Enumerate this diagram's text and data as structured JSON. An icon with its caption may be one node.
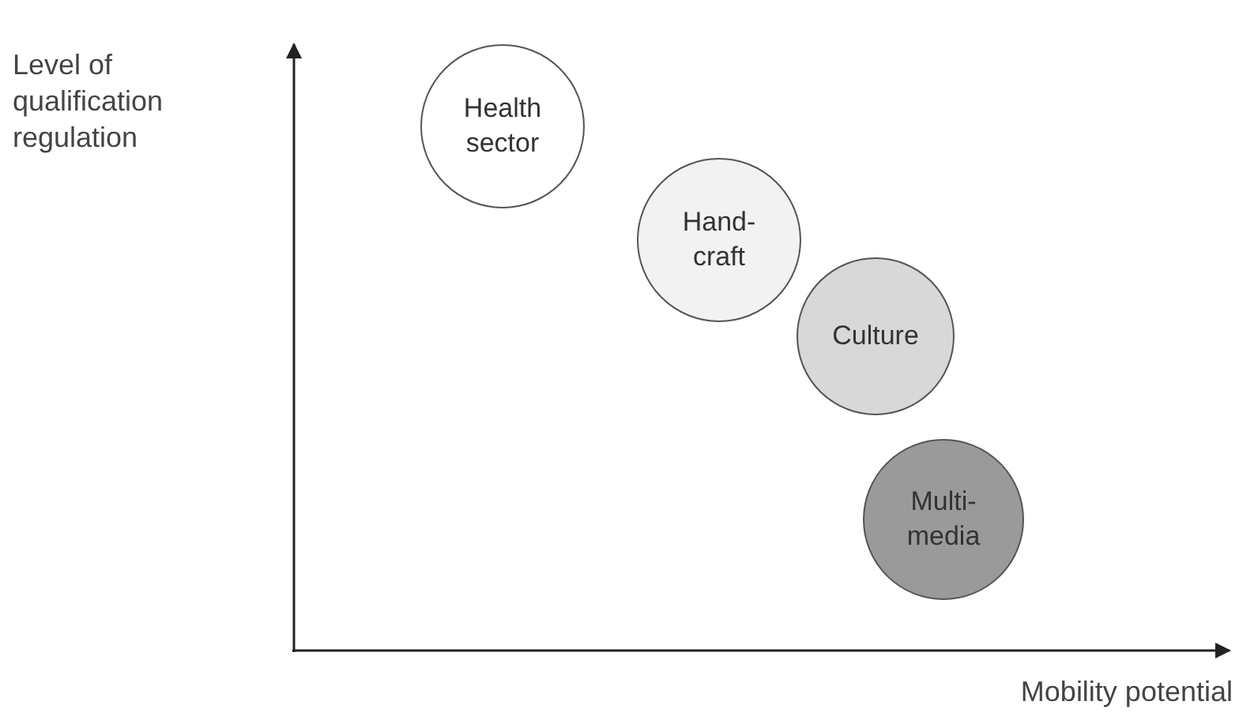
{
  "diagram": {
    "nodes": [
      {
        "text": [
          "Health sector"
        ]
      },
      {
        "text": [
          "Hand- craft"
        ]
      },
      {
        "text": [
          "Culture"
        ]
      },
      {
        "text": [
          "Multi- media"
        ]
      }
    ],
    "labels": [
      "Level of qualification regulation",
      "Mobility potential"
    ]
  }
}
